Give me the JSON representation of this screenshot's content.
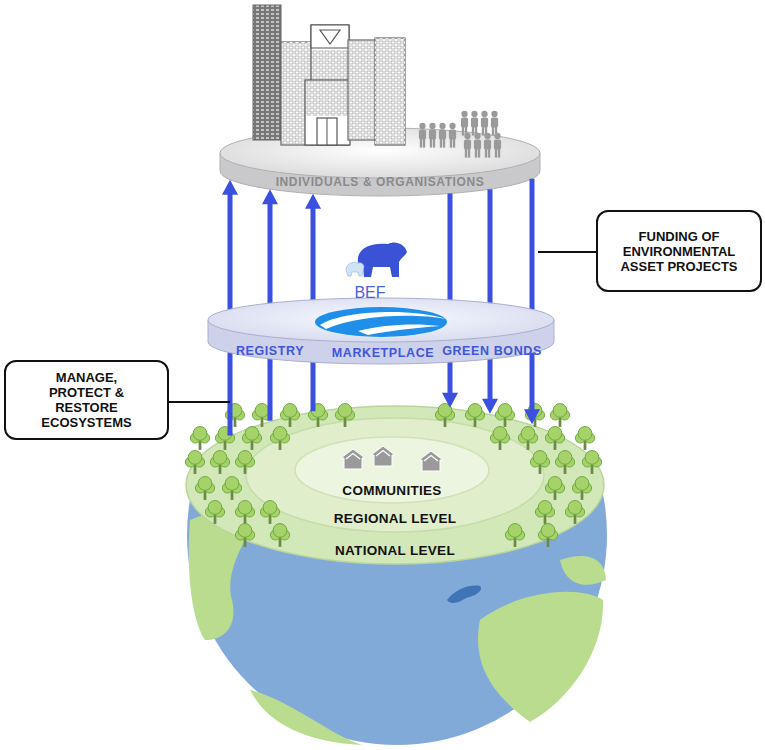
{
  "diagram": {
    "nodes": [
      {
        "text": [
          "INDIVIDUALS & ORGANISATIONS"
        ]
      },
      {
        "text": [
          "FUNDING OF ENVIRONMENTAL ASSET PROJECTS"
        ]
      },
      {
        "text": [
          "BEF",
          "REGISTRY",
          "MARKETPLACE",
          "GREEN BONDS"
        ]
      },
      {
        "text": [
          "MANAGE, PROTECT & RESTORE ECOSYSTEMS"
        ]
      },
      {
        "text": [
          "NATIONAL LEVEL"
        ]
      },
      {
        "text": [
          "REGIONAL LEVEL"
        ],
        "in": 4
      },
      {
        "text": [
          "COMMUNITIES"
        ],
        "in": 5
      }
    ],
    "edges": [
      {
        "from": 4,
        "to": 0,
        "arrow": "to"
      },
      {
        "from": 4,
        "to": 0,
        "arrow": "to"
      },
      {
        "from": 4,
        "to": 0,
        "arrow": "to"
      },
      {
        "from": 0,
        "to": 4,
        "arrow": "to"
      },
      {
        "from": 0,
        "to": 4,
        "arrow": "to"
      },
      {
        "from": 0,
        "to": 4,
        "arrow": "to"
      }
    ]
  }
}
